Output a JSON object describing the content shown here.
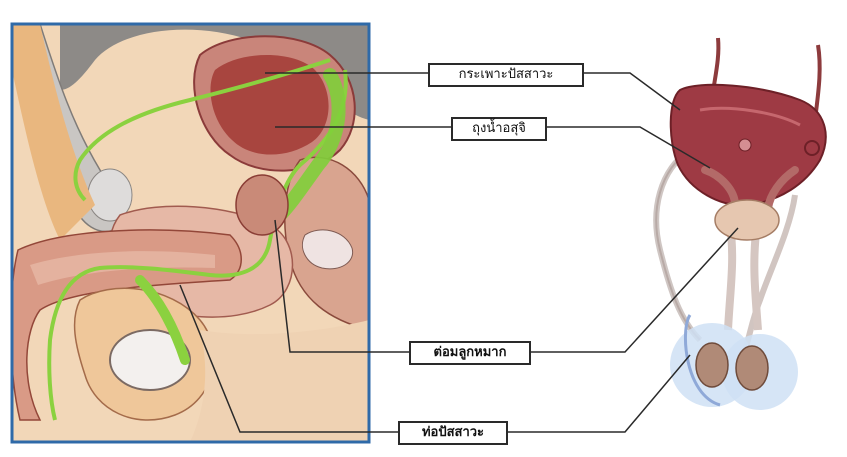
{
  "labels": {
    "bladder": "กระเพาะปัสสาวะ",
    "seminal_vesicle": "ถุงน้ำอสุจิ",
    "prostate": "ต่อมลูกหมาก",
    "urethra": "ท่อปัสสาวะ"
  },
  "colors": {
    "frame": "#2f6aa8",
    "skin": "#efc79a",
    "tissue_pink": "#d79a88",
    "organ_red": "#9e3a44",
    "green_duct": "#8bd13f",
    "bone_gray": "#b9b7b6",
    "shadow_gray": "#8b8886",
    "leader_line": "#2a2a2a"
  }
}
